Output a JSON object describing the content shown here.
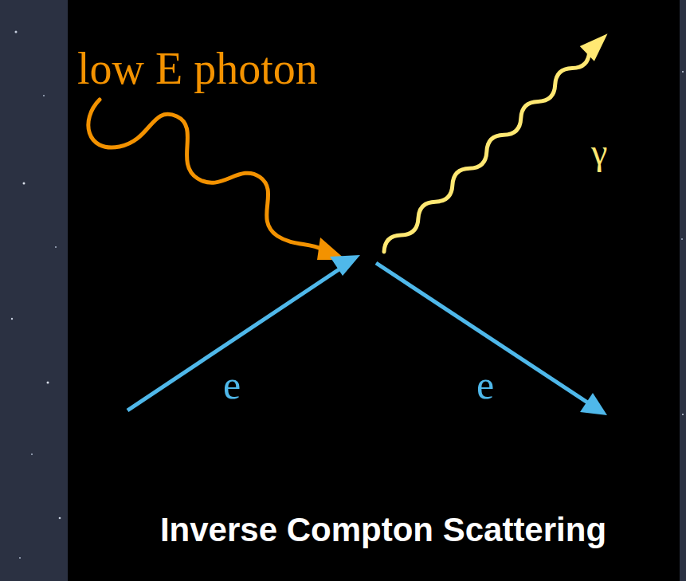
{
  "diagram": {
    "caption": "Inverse Compton Scattering",
    "labels": [
      "low E photon",
      "γ",
      "e",
      "e"
    ]
  }
}
